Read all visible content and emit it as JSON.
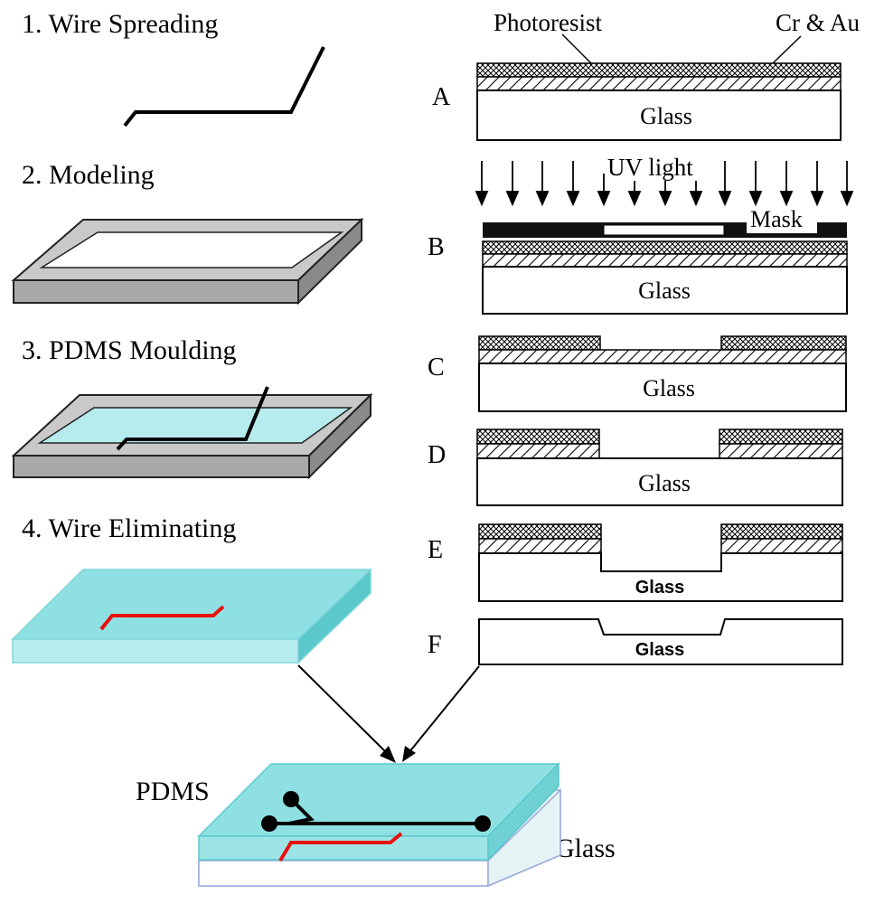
{
  "left_steps": [
    {
      "label": "1. Wire Spreading"
    },
    {
      "label": "2. Modeling"
    },
    {
      "label": "3. PDMS Moulding"
    },
    {
      "label": "4. Wire Eliminating"
    }
  ],
  "right_top_labels": {
    "photoresist": "Photoresist",
    "cr_au": "Cr & Au",
    "uv_light": "UV light",
    "mask": "Mask"
  },
  "glass_panels": [
    {
      "letter": "A",
      "glass_label": "Glass"
    },
    {
      "letter": "B",
      "glass_label": "Glass"
    },
    {
      "letter": "C",
      "glass_label": "Glass"
    },
    {
      "letter": "D",
      "glass_label": "Glass"
    },
    {
      "letter": "E",
      "glass_label": "Glass"
    },
    {
      "letter": "F",
      "glass_label": "Glass"
    }
  ],
  "final": {
    "pdms_label": "PDMS",
    "glass_label": "Glass"
  },
  "colors": {
    "cyan_fill": "#8fe0e3",
    "cyan_light": "#b7ecee",
    "cyan_dark": "#5bc9cc",
    "wire_red": "#e8100e",
    "gray_frame": "#a9a9a9",
    "gray_dark": "#8a8a8a"
  }
}
